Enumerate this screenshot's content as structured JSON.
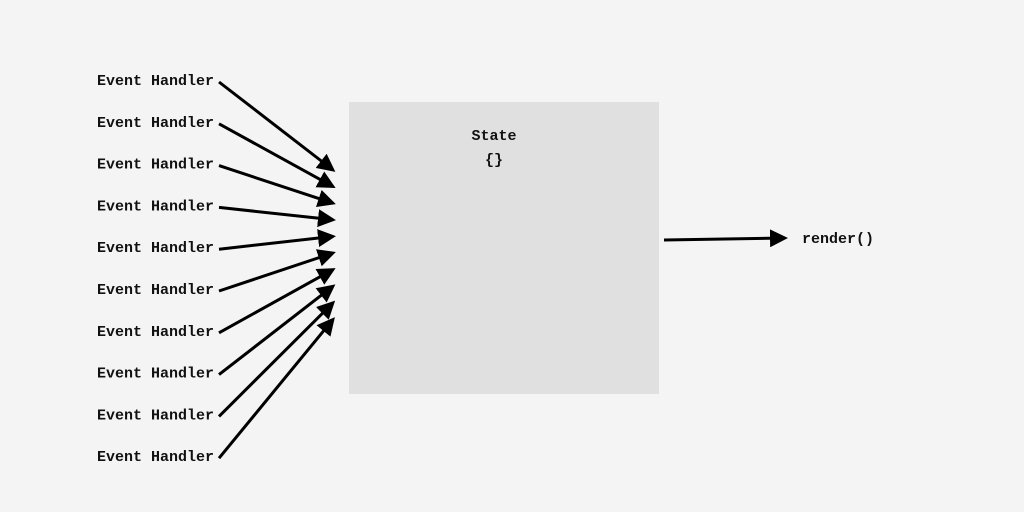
{
  "colors": {
    "background": "#f4f4f4",
    "state_box": "#e0e0e0",
    "arrow": "#000000",
    "text": "#111111"
  },
  "handlers": [
    {
      "label": "Event Handler"
    },
    {
      "label": "Event Handler"
    },
    {
      "label": "Event Handler"
    },
    {
      "label": "Event Handler"
    },
    {
      "label": "Event Handler"
    },
    {
      "label": "Event Handler"
    },
    {
      "label": "Event Handler"
    },
    {
      "label": "Event Handler"
    },
    {
      "label": "Event Handler"
    },
    {
      "label": "Event Handler"
    }
  ],
  "state": {
    "title": "State",
    "value": "{}"
  },
  "output": {
    "label": "render()"
  }
}
